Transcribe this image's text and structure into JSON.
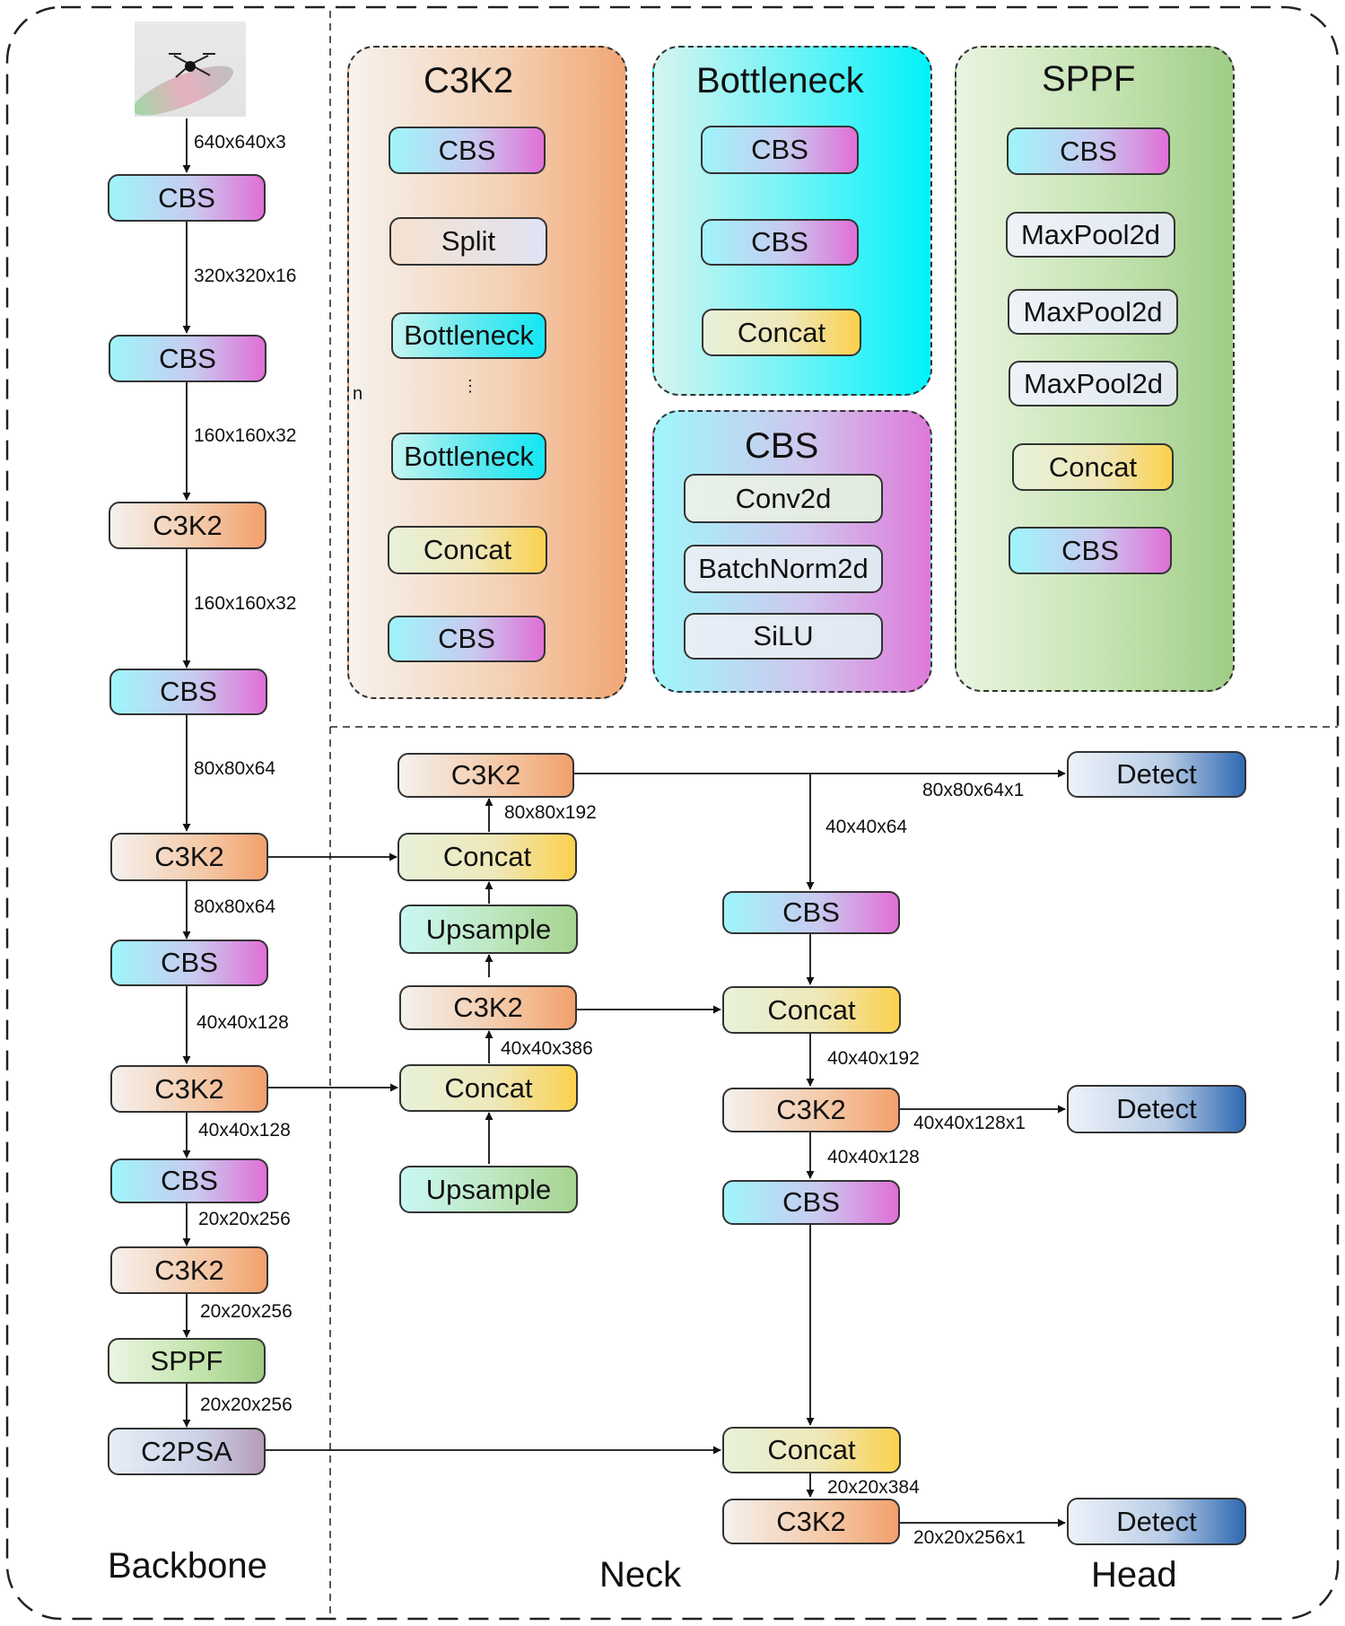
{
  "input_image": {
    "icon": "drone-photo",
    "size_label": "640x640x3"
  },
  "sections": {
    "backbone": "Backbone",
    "neck": "Neck",
    "head": "Head"
  },
  "backbone": {
    "blocks": [
      "CBS",
      "CBS",
      "C3K2",
      "CBS",
      "C3K2",
      "CBS",
      "C3K2",
      "CBS",
      "C3K2",
      "SPPF",
      "C2PSA"
    ],
    "dims": [
      "320x320x16",
      "160x160x32",
      "160x160x32",
      "80x80x64",
      "80x80x64",
      "40x40x128",
      "40x40x128",
      "20x20x256",
      "20x20x256",
      "20x20x256"
    ]
  },
  "modules": {
    "c3k2": {
      "title": "C3K2",
      "cbs_top": "CBS",
      "split": "Split",
      "bottleneck_1": "Bottleneck",
      "bottleneck_2": "Bottleneck",
      "concat": "Concat",
      "cbs_bottom": "CBS",
      "n_label": "n",
      "dots": "⋮"
    },
    "bottleneck": {
      "title": "Bottleneck",
      "cbs_1": "CBS",
      "cbs_2": "CBS",
      "concat": "Concat"
    },
    "cbs": {
      "title": "CBS",
      "conv": "Conv2d",
      "batchnorm": "BatchNorm2d",
      "silu": "SiLU"
    },
    "sppf": {
      "title": "SPPF",
      "cbs_top": "CBS",
      "maxpool_1": "MaxPool2d",
      "maxpool_2": "MaxPool2d",
      "maxpool_3": "MaxPool2d",
      "concat": "Concat",
      "cbs_bottom": "CBS"
    }
  },
  "neck": {
    "c3k2_top": "C3K2",
    "concat_1": "Concat",
    "upsample_1": "Upsample",
    "c3k2_mid": "C3K2",
    "concat_2": "Concat",
    "upsample_2": "Upsample",
    "cbs_1": "CBS",
    "concat_3": "Concat",
    "c3k2_2": "C3K2",
    "cbs_2": "CBS",
    "concat_4": "Concat",
    "c3k2_3": "C3K2",
    "dims": {
      "d_80x80x192": "80x80x192",
      "d_40x40x386": "40x40x386",
      "d_40x40x64": "40x40x64",
      "d_40x40x192": "40x40x192",
      "d_40x40x128": "40x40x128",
      "d_20x20x384": "20x20x384"
    }
  },
  "head": {
    "detect_1": "Detect",
    "detect_2": "Detect",
    "detect_3": "Detect",
    "dim_1": "80x80x64x1",
    "dim_2": "40x40x128x1",
    "dim_3": "20x20x256x1"
  }
}
